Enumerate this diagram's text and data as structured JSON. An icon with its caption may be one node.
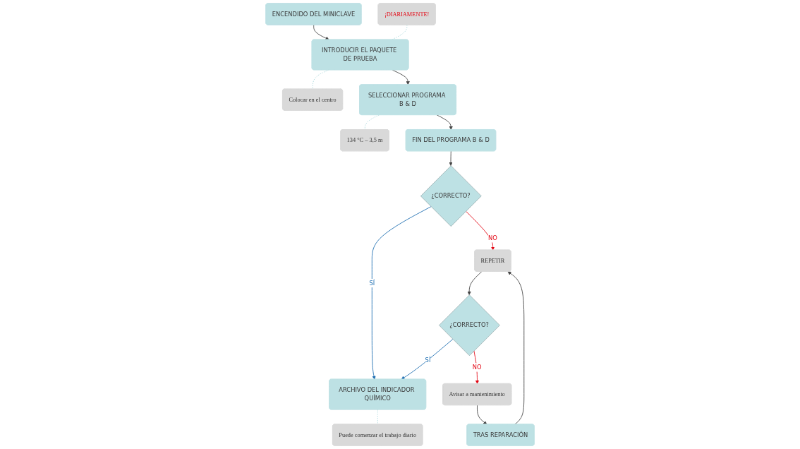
{
  "diagram": {
    "nodes": [
      {
        "text": [
          "ENCENDIDO DEL MINICLAVE"
        ]
      },
      {
        "text": [
          "¡DIARIAMENTE!"
        ]
      },
      {
        "text": [
          "INTRODUCIR EL PAQUETE DE PRUEBA"
        ]
      },
      {
        "text": [
          "Colocar en el centro"
        ]
      },
      {
        "text": [
          "SELECCIONAR PROGRAMA B & D"
        ]
      },
      {
        "text": [
          "134 °C – 3,5 m"
        ]
      },
      {
        "text": [
          "FIN DEL PROGRAMA B & D"
        ]
      },
      {
        "text": [
          "TRAS REPARACIÓN"
        ]
      },
      {
        "text": [
          "¿CORRECTO?"
        ]
      },
      {
        "text": [
          "REPETIR"
        ]
      },
      {
        "text": [
          "ARCHIVO DEL INDICADOR QUÍMICO"
        ]
      },
      {
        "text": [
          "¿CORRECTO?"
        ]
      },
      {
        "text": [
          "Puede comenzar el trabajo diario"
        ]
      },
      {
        "text": [
          "Avisar a mantenimiento"
        ]
      }
    ],
    "edges": [
      {
        "from": 0,
        "to": 2,
        "arrow": "to"
      },
      {
        "from": 1,
        "to": 2,
        "arrow": "none",
        "style": "dashed",
        "color": "#9fd3d8"
      },
      {
        "from": 2,
        "to": 3,
        "arrow": "none",
        "style": "dashed",
        "color": "#9fd3d8"
      },
      {
        "from": 2,
        "to": 4,
        "arrow": "to"
      },
      {
        "from": 4,
        "to": 5,
        "arrow": "none",
        "style": "dashed",
        "color": "#9fd3d8"
      },
      {
        "from": 4,
        "to": 6,
        "arrow": "to"
      },
      {
        "from": 6,
        "to": 8,
        "arrow": "to"
      },
      {
        "from": 8,
        "to": 9,
        "arrow": "to",
        "label": "NO",
        "color": "#e30613"
      },
      {
        "from": 8,
        "to": 10,
        "arrow": "to",
        "label": "SÍ",
        "color": "#1f6fb2"
      },
      {
        "from": 7,
        "to": 9,
        "arrow": "to"
      },
      {
        "from": 9,
        "to": 11,
        "arrow": "to"
      },
      {
        "from": 11,
        "to": 10,
        "arrow": "to",
        "label": "SÍ",
        "color": "#1f6fb2"
      },
      {
        "from": 11,
        "to": 13,
        "arrow": "to",
        "label": "NO",
        "color": "#e30613"
      },
      {
        "from": 10,
        "to": 12,
        "arrow": "none",
        "style": "dashed",
        "color": "#9fd3d8"
      },
      {
        "from": 13,
        "to": 7,
        "arrow": "to"
      }
    ]
  }
}
